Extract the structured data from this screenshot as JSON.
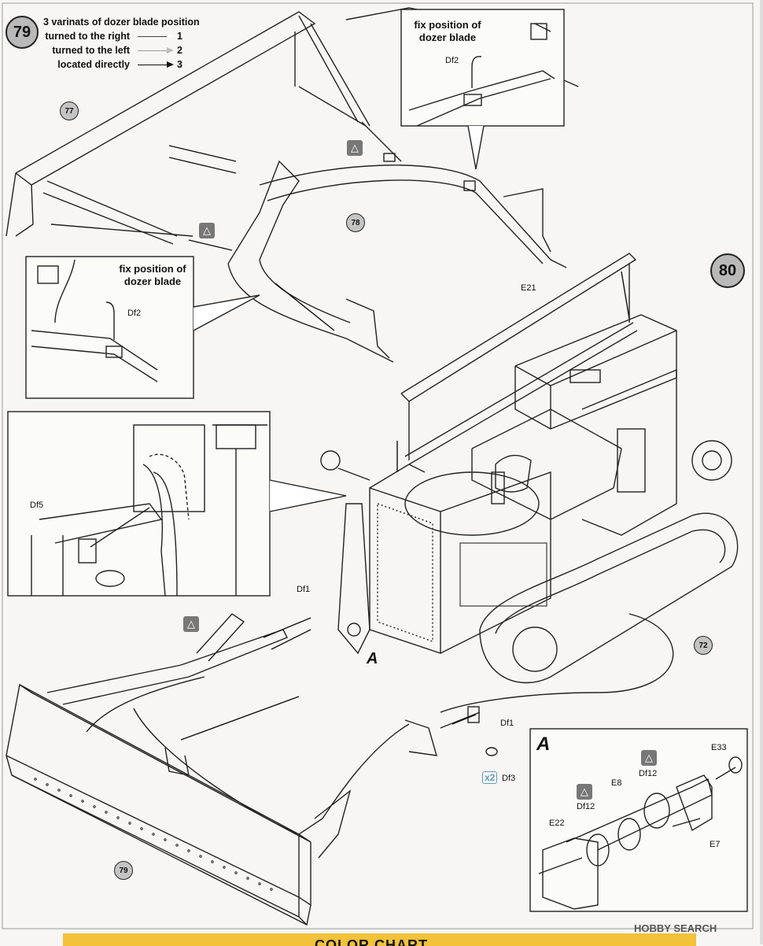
{
  "steps": {
    "step_79": "79",
    "step_80": "80"
  },
  "variants": {
    "title": "3 varinats of dozer blade position",
    "items": [
      {
        "label": "turned to the right",
        "num": "1"
      },
      {
        "label": "turned to the left",
        "num": "2"
      },
      {
        "label": "located directly",
        "num": "3"
      }
    ]
  },
  "notes": {
    "fix_top": "fix position of dozer blade",
    "fix_left": "fix position of dozer blade"
  },
  "callouts": {
    "c77": "77",
    "c78": "78",
    "c79": "79",
    "c72": "72"
  },
  "parts": {
    "df2_top": "Df2",
    "df2_left": "Df2",
    "df5": "Df5",
    "df1_top": "Df1",
    "df1_right": "Df1",
    "df3": "Df3",
    "x2": "x2",
    "e21": "E21",
    "e33": "E33",
    "df12_a": "Df12",
    "df12_b": "Df12",
    "e8": "E8",
    "e22": "E22",
    "e7": "E7"
  },
  "detail_labels": {
    "a_main": "A",
    "a_inset": "A"
  },
  "color_chart": "COLOR CHART",
  "watermark": "HOBBY SEARCH"
}
